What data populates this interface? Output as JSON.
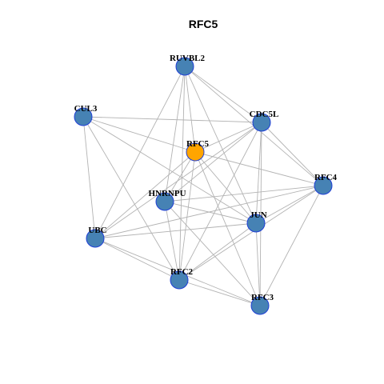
{
  "title": "RFC5",
  "colors": {
    "default_node": "#4682b4",
    "highlight_node": "#ffa500",
    "node_border": "#1f3fd6",
    "edge": "#b3b3b3"
  },
  "nodes": [
    {
      "id": "RUVBL2",
      "label": "RUVBL2",
      "highlight": false
    },
    {
      "id": "CUL3",
      "label": "CUL3",
      "highlight": false
    },
    {
      "id": "CDC5L",
      "label": "CDC5L",
      "highlight": false
    },
    {
      "id": "RFC5",
      "label": "RFC5",
      "highlight": true
    },
    {
      "id": "RFC4",
      "label": "RFC4",
      "highlight": false
    },
    {
      "id": "HNRNPU",
      "label": "HNRNPU",
      "highlight": false
    },
    {
      "id": "JUN",
      "label": "JUN",
      "highlight": false
    },
    {
      "id": "UBC",
      "label": "UBC",
      "highlight": false
    },
    {
      "id": "RFC2",
      "label": "RFC2",
      "highlight": false
    },
    {
      "id": "RFC3",
      "label": "RFC3",
      "highlight": false
    }
  ],
  "edges": [
    [
      "RUVBL2",
      "CDC5L"
    ],
    [
      "RUVBL2",
      "RFC5"
    ],
    [
      "RUVBL2",
      "RFC4"
    ],
    [
      "RUVBL2",
      "HNRNPU"
    ],
    [
      "RUVBL2",
      "JUN"
    ],
    [
      "RUVBL2",
      "UBC"
    ],
    [
      "RUVBL2",
      "RFC2"
    ],
    [
      "CUL3",
      "CDC5L"
    ],
    [
      "CUL3",
      "RFC5"
    ],
    [
      "CUL3",
      "UBC"
    ],
    [
      "CUL3",
      "JUN"
    ],
    [
      "CUL3",
      "RFC2"
    ],
    [
      "CDC5L",
      "RFC5"
    ],
    [
      "CDC5L",
      "HNRNPU"
    ],
    [
      "CDC5L",
      "RFC4"
    ],
    [
      "CDC5L",
      "JUN"
    ],
    [
      "CDC5L",
      "UBC"
    ],
    [
      "CDC5L",
      "RFC2"
    ],
    [
      "CDC5L",
      "RFC3"
    ],
    [
      "RFC5",
      "RFC4"
    ],
    [
      "RFC5",
      "HNRNPU"
    ],
    [
      "RFC5",
      "UBC"
    ],
    [
      "RFC5",
      "RFC2"
    ],
    [
      "RFC5",
      "RFC3"
    ],
    [
      "RFC5",
      "JUN"
    ],
    [
      "RFC4",
      "HNRNPU"
    ],
    [
      "RFC4",
      "JUN"
    ],
    [
      "RFC4",
      "UBC"
    ],
    [
      "RFC4",
      "RFC2"
    ],
    [
      "RFC4",
      "RFC3"
    ],
    [
      "HNRNPU",
      "JUN"
    ],
    [
      "HNRNPU",
      "RFC2"
    ],
    [
      "HNRNPU",
      "RFC3"
    ],
    [
      "JUN",
      "UBC"
    ],
    [
      "JUN",
      "RFC2"
    ],
    [
      "JUN",
      "RFC3"
    ],
    [
      "UBC",
      "RFC2"
    ],
    [
      "UBC",
      "RFC3"
    ],
    [
      "RFC2",
      "RFC3"
    ]
  ]
}
